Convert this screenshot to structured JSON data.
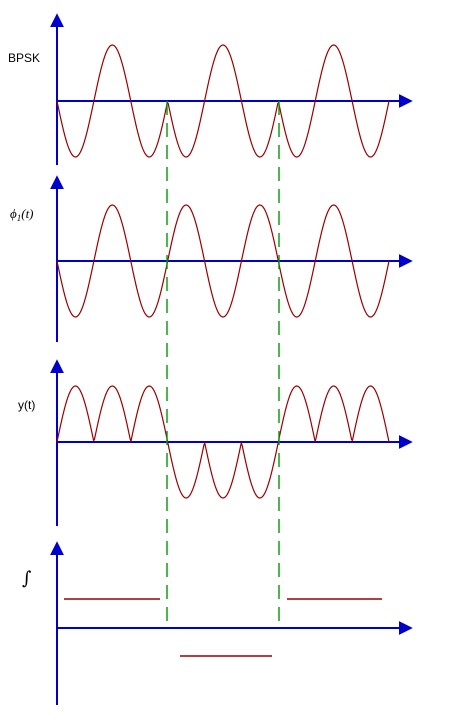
{
  "labels": {
    "bpsk": "BPSK",
    "phi1_symbol": "ϕ",
    "phi1_sub": "1",
    "phi1_arg": "(t)",
    "yt": "y(t)",
    "integral": "∫"
  },
  "colors": {
    "axis": "#0000cc",
    "signal": "#990000",
    "divider": "#009900"
  },
  "symbols": [
    1,
    -1,
    1
  ],
  "carrier_cycles_per_symbol": 1.5
}
